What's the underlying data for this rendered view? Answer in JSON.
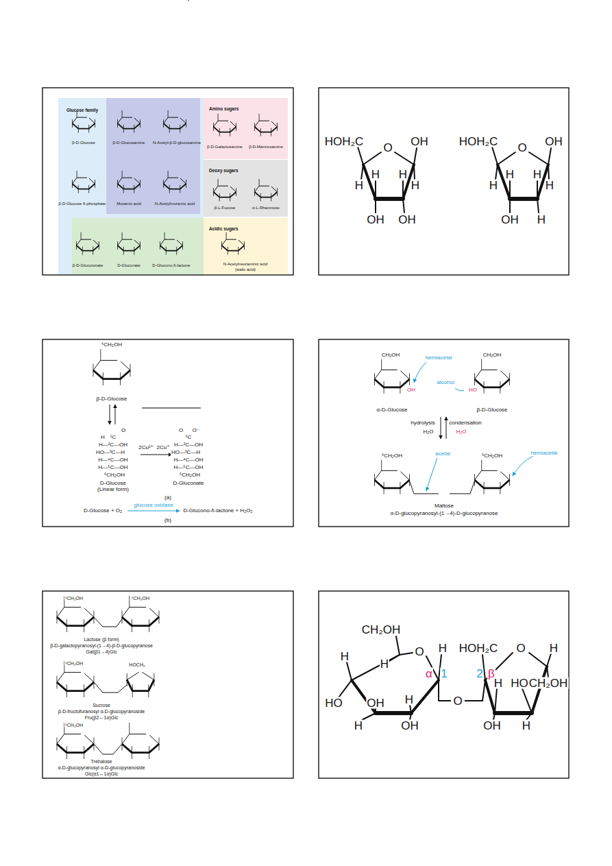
{
  "diagram": {
    "nodes": [
      {
        "text": [
          "Glucose family"
        ]
      },
      {
        "text": [
          "Amino sugars"
        ]
      },
      {
        "text": [
          "Deoxy sugars"
        ]
      },
      {
        "text": [
          "Acidic sugars"
        ]
      }
    ],
    "labels": [
      "β-D-Glucose",
      "β-D-Glucosamine",
      "N-Acetyl-β-D-glucosamine",
      "β-D-Galactosamine",
      "β-D-Mannosamine",
      "β-D-Glucose 6-phosphate",
      "Muramic acid",
      "N-Acetylmuramic acid",
      "β-L-Fucose",
      "α-L-Rhamnose",
      "β-D-Glucuronate",
      "D-Gluconate",
      "D-Glucono-δ-lactone",
      "N-Acetylneuraminic acid",
      "(sialic acid)",
      "HOH₂C",
      "O",
      "OH",
      "H",
      "H",
      "H",
      "H",
      "OH",
      "OH",
      "HOH₂C",
      "O",
      "OH",
      "H",
      "H",
      "H",
      "H",
      "OH",
      "H",
      "⁶CH₂OH",
      "β-D-Glucose",
      "O",
      "H",
      "¹C",
      "H—²C—OH",
      "HO—³C—H",
      "H—⁴C—OH",
      "H—⁵C—OH",
      "⁶CH₂OH",
      "D-Glucose",
      "(Linear form)",
      "2Cu²⁺",
      "2Cu⁺",
      "O",
      "O⁻",
      "¹C",
      "H—²C—OH",
      "HO—³C—H",
      "H—⁴C—OH",
      "H—⁵C—OH",
      "⁶CH₂OH",
      "D-Gluconate",
      "(a)",
      "D-Glucose + O₂",
      "glucose oxidase",
      "D-Glucono-δ-lactone + H₂O₂",
      "(b)",
      "CH₂OH",
      "CH₂OH",
      "hemiacetal",
      "OH",
      "alcohol",
      "HO",
      "α-D-Glucose",
      "β-D-Glucose",
      "hydrolysis",
      "condensation",
      "H₂O",
      "H₂O",
      "⁶CH₂OH",
      "⁶CH₂OH",
      "acetal",
      "hemiacetal",
      "Maltose",
      "α-D-glucopyranosyl-(1→4)-D-glucopyranose",
      "⁶CH₂OH",
      "⁶CH₂OH",
      "Lactose (β form)",
      "β-D-galactopyranosyl-(1→4)-β-D-glucopyranose",
      "Gal(β1→4)Glc",
      "⁶CH₂OH",
      "HOCH₂",
      "Sucrose",
      "β-D-fructofuranosyl α-D-glucopyranoside",
      "Fru(β2↔1α)Glc",
      "⁶CH₂OH",
      "Trehalose",
      "α-D-glucopyranosyl α-D-glucopyranoside",
      "Glc(α1↔1α)Glc",
      "CH₂OH",
      "H",
      "H",
      "O",
      "H",
      "HOH₂C",
      "O",
      "H",
      "α",
      "1",
      "2",
      "β",
      "H",
      "HO",
      "CH₂OH",
      "HO",
      "OH",
      "H",
      "O",
      "H",
      "OH",
      "OH",
      "H"
    ]
  }
}
